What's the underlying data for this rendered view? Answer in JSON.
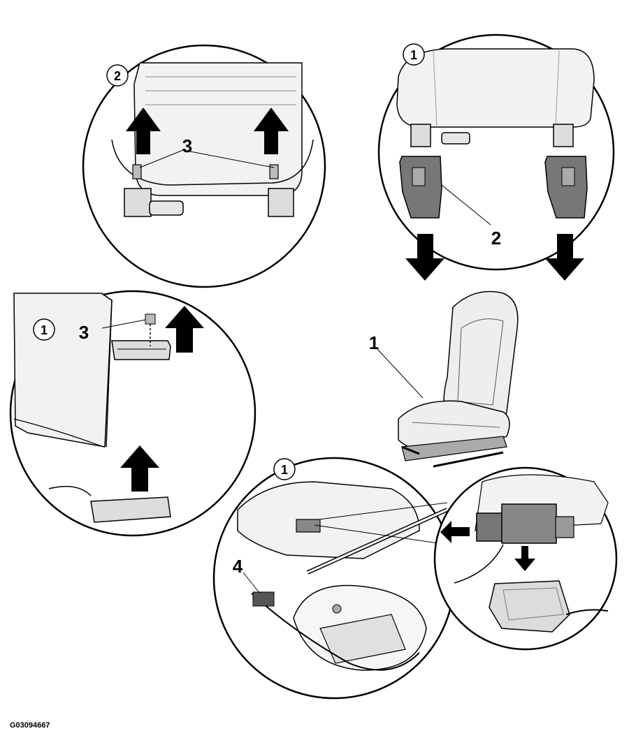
{
  "figure_id": "G03094667",
  "detail_top_left": {
    "circle_label": "2",
    "callout": "3"
  },
  "detail_top_right": {
    "circle_label": "1",
    "callout": "2"
  },
  "detail_mid_left": {
    "circle_label": "1",
    "callout": "3"
  },
  "seat_main": {
    "callout": "1"
  },
  "detail_bottom": {
    "circle_label": "1",
    "callout": "4"
  }
}
